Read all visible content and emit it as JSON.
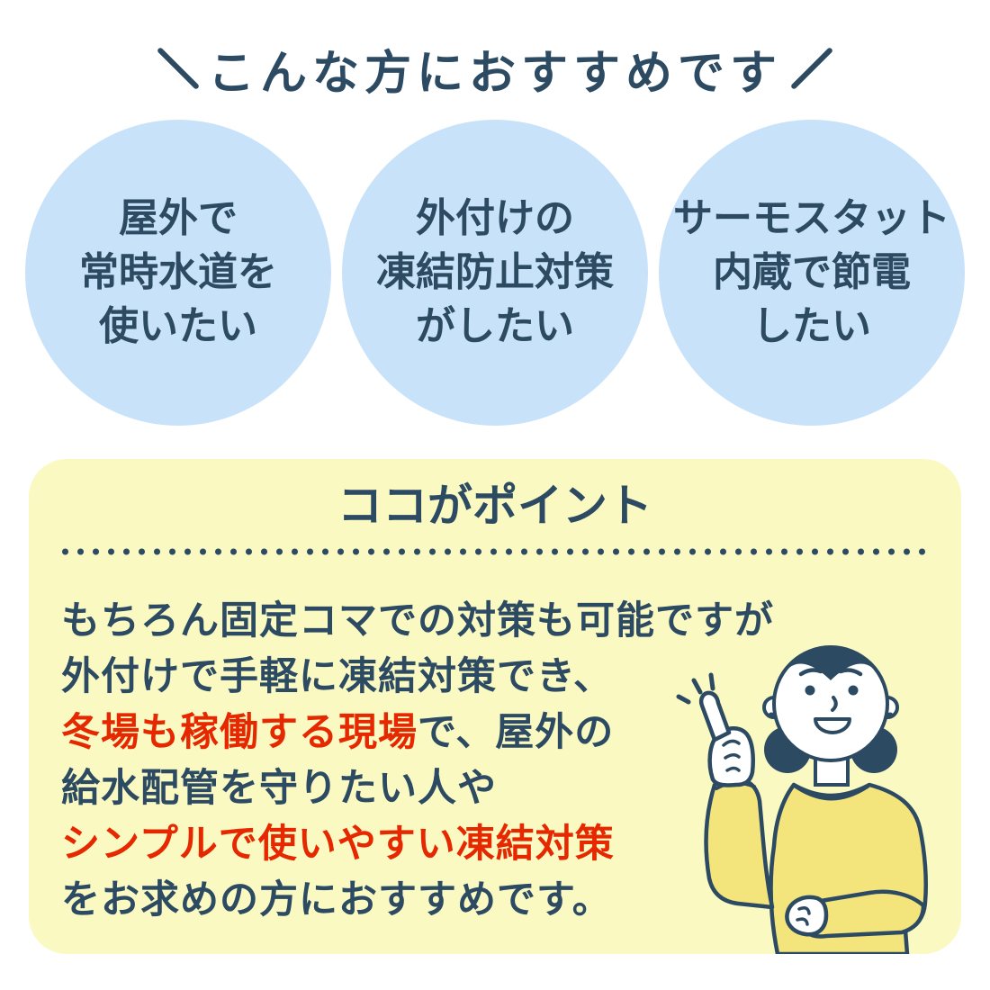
{
  "title": "こんな方におすすめです",
  "recommendation_circles": [
    {
      "lines": [
        "屋外で",
        "常時水道を",
        "使いたい"
      ]
    },
    {
      "lines": [
        "外付けの",
        "凍結防止対策",
        "がしたい"
      ]
    },
    {
      "lines": [
        "サーモスタット",
        "内蔵で節電",
        "したい"
      ]
    }
  ],
  "point_box": {
    "title": "ココがポイント",
    "lines": [
      {
        "segments": [
          {
            "text": "もちろん固定コマでの対策も可能ですが",
            "class": "seg navy"
          }
        ]
      },
      {
        "segments": [
          {
            "text": "外付けで手軽に凍結対策でき、",
            "class": "seg navy"
          }
        ]
      },
      {
        "segments": [
          {
            "text": "冬場も稼働する現場",
            "class": "seg red"
          },
          {
            "text": "で、屋外の",
            "class": "seg navy"
          }
        ]
      },
      {
        "segments": [
          {
            "text": "給水配管を守りたい人や",
            "class": "seg navy"
          }
        ]
      },
      {
        "segments": [
          {
            "text": "シンプルで使いやすい凍結対策",
            "class": "seg red"
          }
        ]
      },
      {
        "segments": [
          {
            "text": "をお求めの方におすすめです。",
            "class": "seg navy"
          }
        ]
      }
    ]
  },
  "illustration": {
    "name": "woman-pointing"
  },
  "colors": {
    "navy": "#2d4a63",
    "red": "#e62800",
    "circle_blue": "#c8e2f9",
    "box_yellow": "#fbf9c2",
    "sweater_yellow": "#f4e47c"
  }
}
